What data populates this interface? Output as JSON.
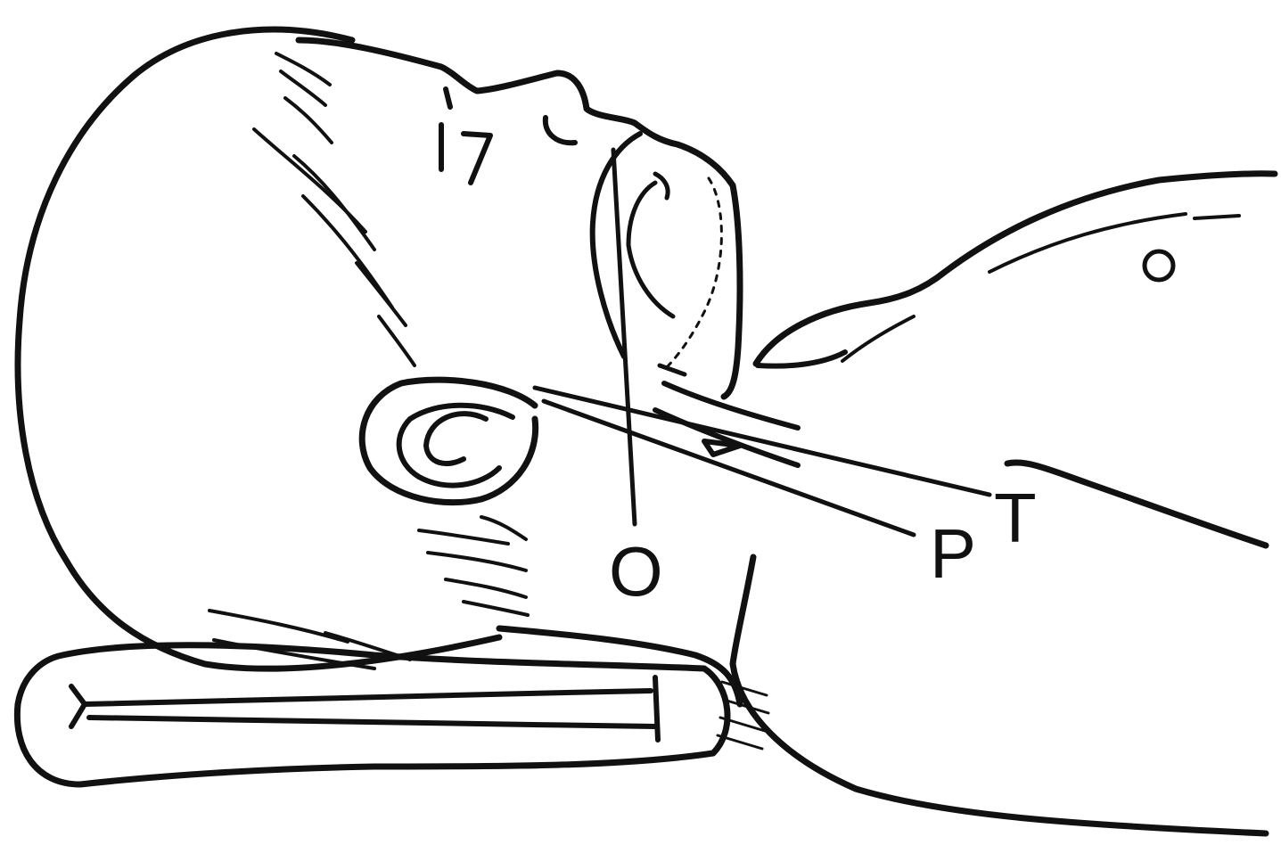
{
  "labels": {
    "oral_axis": "O",
    "pharyngeal_axis": "P",
    "tracheal_axis": "T"
  },
  "colors": {
    "line": "#111111",
    "background": "#ffffff"
  }
}
